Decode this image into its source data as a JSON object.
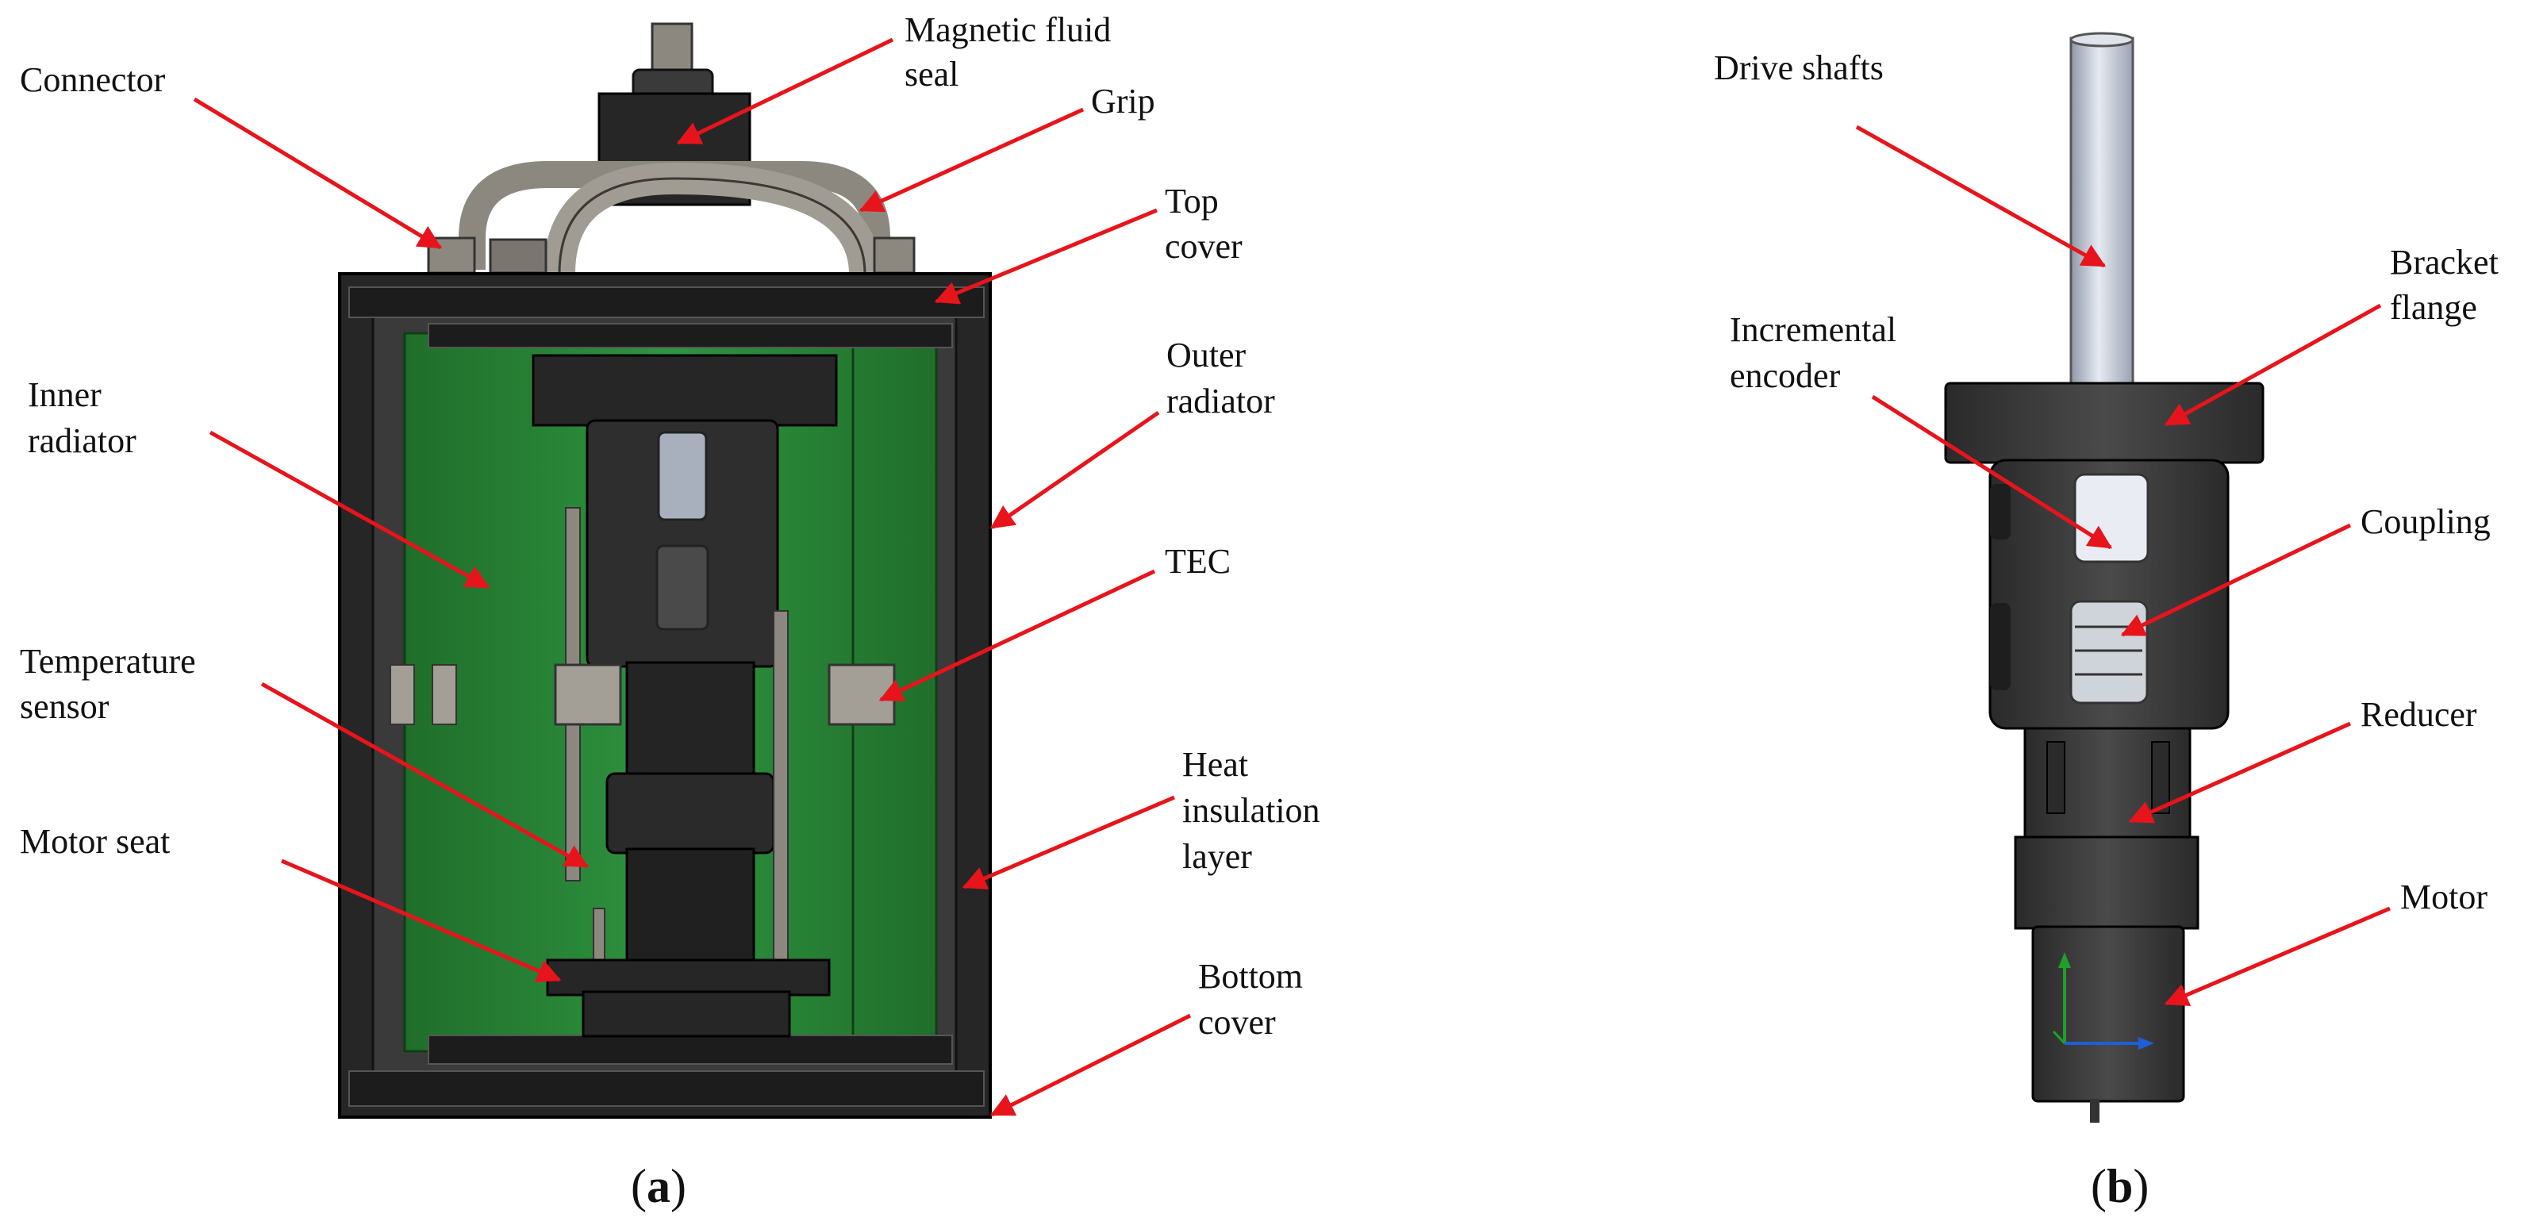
{
  "panel_a": {
    "caption_open": "(",
    "caption_letter": "a",
    "caption_close": ")",
    "labels": {
      "connector": [
        "Connector"
      ],
      "magnetic_fluid_seal": [
        "Magnetic fluid",
        "seal"
      ],
      "grip": [
        "Grip"
      ],
      "top_cover": [
        "Top",
        "cover"
      ],
      "outer_radiator": [
        "Outer",
        "radiator"
      ],
      "inner_radiator": [
        "Inner",
        "radiator"
      ],
      "tec": [
        "TEC"
      ],
      "temperature_sensor": [
        "Temperature",
        "sensor"
      ],
      "heat_insulation_layer": [
        "Heat",
        "insulation",
        "layer"
      ],
      "motor_seat": [
        "Motor seat"
      ],
      "bottom_cover": [
        "Bottom",
        "cover"
      ]
    }
  },
  "panel_b": {
    "caption_open": "(",
    "caption_letter": "b",
    "caption_close": ")",
    "labels": {
      "drive_shafts": [
        "Drive shafts"
      ],
      "bracket_flange": [
        "Bracket",
        "flange"
      ],
      "incremental_encoder": [
        "Incremental",
        "encoder"
      ],
      "coupling": [
        "Coupling"
      ],
      "reducer": [
        "Reducer"
      ],
      "motor": [
        "Motor"
      ]
    }
  },
  "colors": {
    "arrow": "#e8141b",
    "housing": "#1c1c1c",
    "radiator_green": "#2e8f3a",
    "metal": "#8c8880",
    "shaft": "#c9cfdb"
  }
}
